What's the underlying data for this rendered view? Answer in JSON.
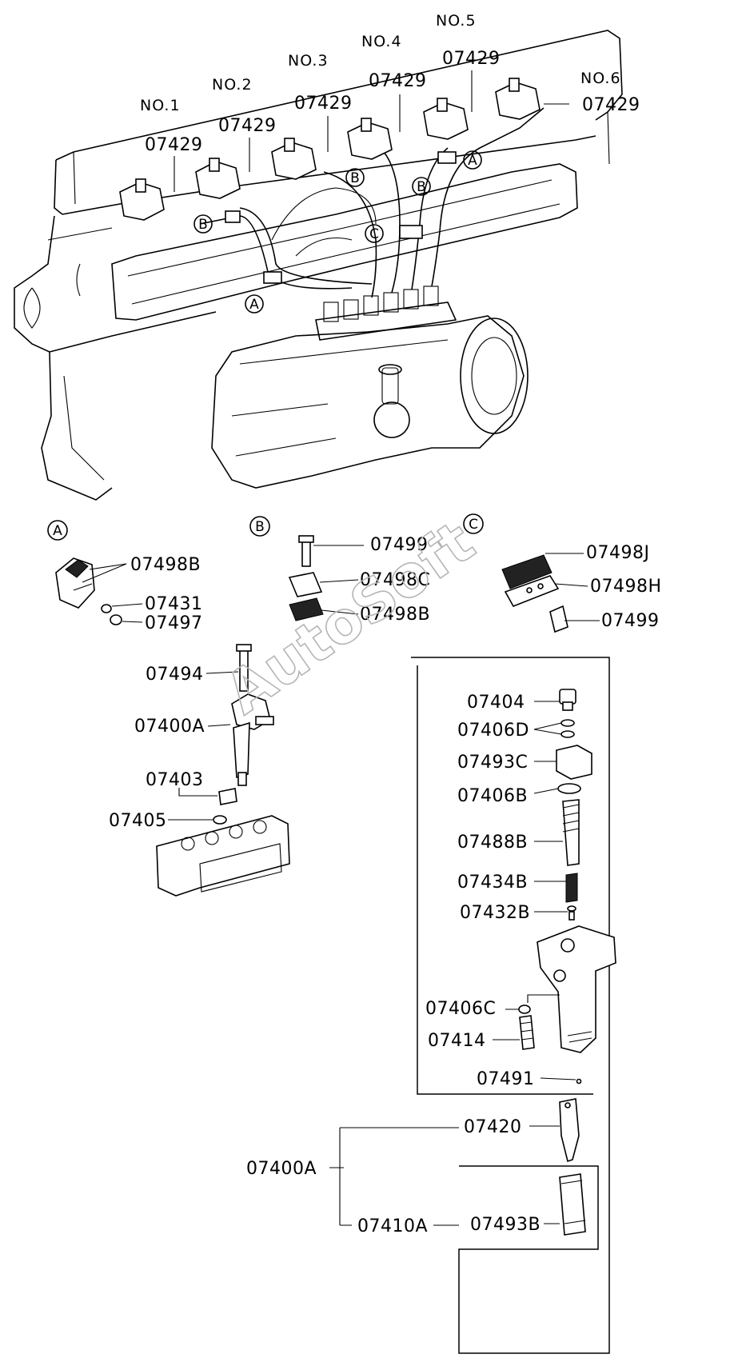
{
  "watermark": "AutoSoft",
  "cylinders": [
    "NO.1",
    "NO.2",
    "NO.3",
    "NO.4",
    "NO.5",
    "NO.6"
  ],
  "pipe_part": "07429",
  "clamp_markers": {
    "a": "A",
    "b": "B",
    "c": "C"
  },
  "detail_a": {
    "marker": "A",
    "parts": [
      "07498B",
      "07431",
      "07497"
    ]
  },
  "detail_b": {
    "marker": "B",
    "parts": [
      "07499",
      "07498C",
      "07498B"
    ]
  },
  "detail_c": {
    "marker": "C",
    "parts": [
      "07498J",
      "07498H",
      "07499"
    ]
  },
  "injector_mount": {
    "parts": [
      "07494",
      "07400A",
      "07403",
      "07405"
    ]
  },
  "nozzle_holder": {
    "parts": [
      "07404",
      "07406D",
      "07493C",
      "07406B",
      "07488B",
      "07434B",
      "07432B",
      "07406C",
      "07414",
      "07491"
    ]
  },
  "assembly": {
    "main": "07400A",
    "nozzle": "07420",
    "sub": "07410A",
    "nut": "07493B"
  }
}
